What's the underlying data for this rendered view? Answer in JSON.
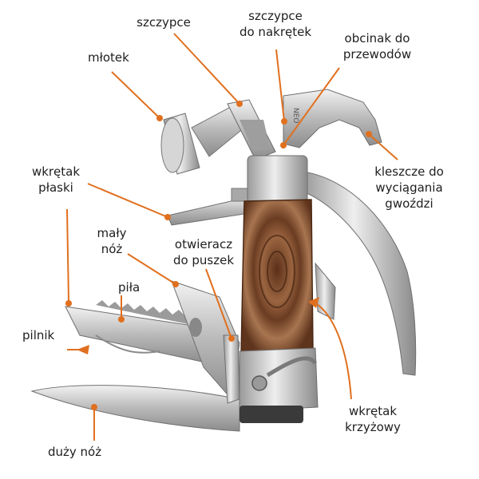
{
  "brand_mark": "NEO",
  "colors": {
    "leader": "#e0701f",
    "steel": "#c9c9c9",
    "wood": "#7a4a2c"
  },
  "labels": {
    "szczypce": "szczypce",
    "szczypce_nakretki_1": "szczypce",
    "szczypce_nakretki_2": "do nakrętek",
    "obcinak_1": "obcinak do",
    "obcinak_2": "przewodów",
    "mlotek": "młotek",
    "wkretak_plaski_1": "wkrętak",
    "wkretak_plaski_2": "płaski",
    "kleszcze_1": "kleszcze do",
    "kleszcze_2": "wyciągania",
    "kleszcze_3": "gwoździ",
    "maly_noz_1": "mały",
    "maly_noz_2": "nóż",
    "otwieracz_1": "otwieracz",
    "otwieracz_2": "do puszek",
    "pila": "piła",
    "pilnik": "pilnik",
    "wkretak_krzyzowy_1": "wkrętak",
    "wkretak_krzyzowy_2": "krzyżowy",
    "duzy_noz": "duży nóż"
  }
}
